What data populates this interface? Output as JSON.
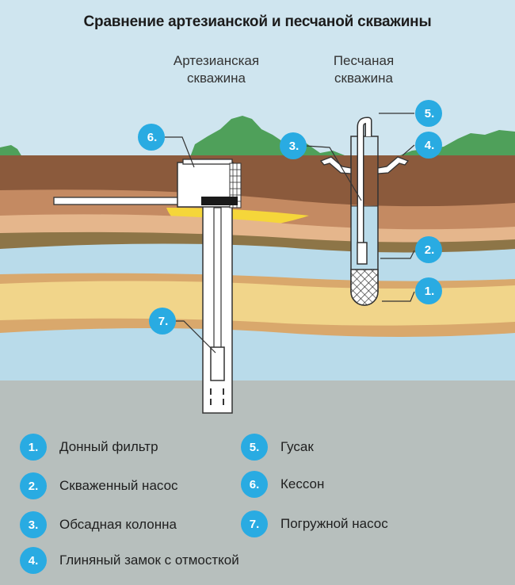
{
  "title": "Сравнение артезианской и песчаной скважины",
  "wells": {
    "artesian_line1": "Артезианская",
    "artesian_line2": "скважина",
    "sand_line1": "Песчаная",
    "sand_line2": "скважина"
  },
  "colors": {
    "accent": "#29abe2",
    "sky": "#cfe5ef",
    "grass": "#4fa05a",
    "soil_top": "#8b5a3c",
    "sand": "#f1d58a",
    "water_layer": "#b9dbea",
    "bedrock": "#b7bfbd",
    "yellow_lens": "#f5d63a"
  },
  "callouts": [
    "1.",
    "2.",
    "3.",
    "4.",
    "5.",
    "6.",
    "7."
  ],
  "legend": [
    {
      "num": "1.",
      "text": "Донный фильтр"
    },
    {
      "num": "2.",
      "text": "Скваженный насос"
    },
    {
      "num": "3.",
      "text": "Обсадная колонна"
    },
    {
      "num": "4.",
      "text": "Глиняный замок с отмосткой"
    },
    {
      "num": "5.",
      "text": "Гусак"
    },
    {
      "num": "6.",
      "text": "Кессон"
    },
    {
      "num": "7.",
      "text": "Погружной насос"
    }
  ]
}
